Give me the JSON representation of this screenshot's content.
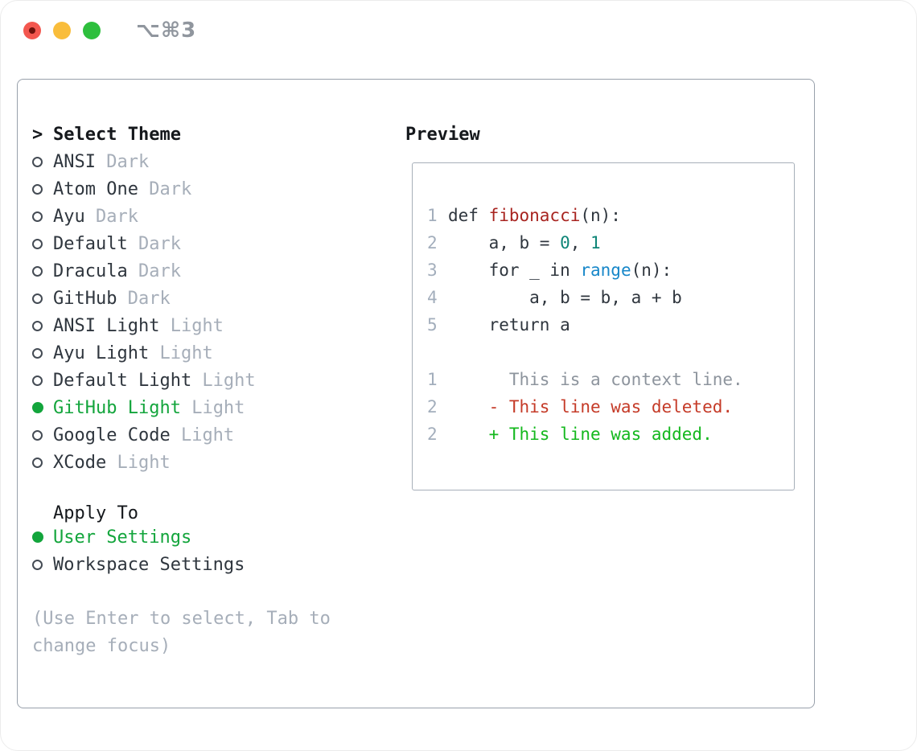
{
  "window": {
    "shortcut": "⌥⌘3"
  },
  "theme_panel": {
    "header": {
      "cursor": ">",
      "label": "Select Theme"
    },
    "themes": [
      {
        "name": "ANSI",
        "variant": "Dark",
        "selected": false
      },
      {
        "name": "Atom One",
        "variant": "Dark",
        "selected": false
      },
      {
        "name": "Ayu",
        "variant": "Dark",
        "selected": false
      },
      {
        "name": "Default",
        "variant": "Dark",
        "selected": false
      },
      {
        "name": "Dracula",
        "variant": "Dark",
        "selected": false
      },
      {
        "name": "GitHub",
        "variant": "Dark",
        "selected": false
      },
      {
        "name": "ANSI Light",
        "variant": "Light",
        "selected": false
      },
      {
        "name": "Ayu Light",
        "variant": "Light",
        "selected": false
      },
      {
        "name": "Default Light",
        "variant": "Light",
        "selected": false
      },
      {
        "name": "GitHub Light",
        "variant": "Light",
        "selected": true
      },
      {
        "name": "Google Code",
        "variant": "Light",
        "selected": false
      },
      {
        "name": "XCode",
        "variant": "Light",
        "selected": false
      }
    ],
    "apply_to": {
      "label": "Apply To",
      "options": [
        {
          "name": "User Settings",
          "selected": true
        },
        {
          "name": "Workspace Settings",
          "selected": false
        }
      ]
    },
    "help": [
      "(Use Enter to select, Tab to",
      "change focus)"
    ]
  },
  "preview": {
    "title": "Preview",
    "lines": [
      {
        "num": "1",
        "segments": [
          {
            "t": "def ",
            "c": "plain"
          },
          {
            "t": "fibonacci",
            "c": "function"
          },
          {
            "t": "(n):",
            "c": "plain"
          }
        ]
      },
      {
        "num": "2",
        "segments": [
          {
            "t": "    a, b = ",
            "c": "plain"
          },
          {
            "t": "0",
            "c": "number"
          },
          {
            "t": ", ",
            "c": "plain"
          },
          {
            "t": "1",
            "c": "number"
          }
        ]
      },
      {
        "num": "3",
        "segments": [
          {
            "t": "    for _ in ",
            "c": "plain"
          },
          {
            "t": "range",
            "c": "builtin"
          },
          {
            "t": "(n):",
            "c": "plain"
          }
        ]
      },
      {
        "num": "4",
        "segments": [
          {
            "t": "        a, b = b, a + b",
            "c": "plain"
          }
        ]
      },
      {
        "num": "5",
        "segments": [
          {
            "t": "    return a",
            "c": "plain"
          }
        ]
      },
      {
        "num": "",
        "segments": []
      },
      {
        "num": "1",
        "segments": [
          {
            "t": "      This is a context line.",
            "c": "context"
          }
        ]
      },
      {
        "num": "2",
        "segments": [
          {
            "t": "    - This line was deleted.",
            "c": "deleted"
          }
        ]
      },
      {
        "num": "2",
        "segments": [
          {
            "t": "    + This line was added.",
            "c": "added"
          }
        ]
      }
    ]
  },
  "colors": {
    "accent_green": "#13a53c",
    "muted_gray": "#a6aeb9",
    "text_primary": "#2f363e",
    "header_black": "#15181c",
    "line_number": "#a3aebc",
    "syntax_function_red": "#a82420",
    "syntax_number_teal": "#0e8577",
    "syntax_builtin_blue": "#1787c9",
    "diff_deleted_red": "#c53b28",
    "diff_added_green": "#14b81e",
    "diff_context_gray": "#8d949d",
    "panel_border": "#98a0ab",
    "preview_border": "#a7afb9",
    "traffic_red": "#f3574f",
    "traffic_red_dot": "#6e120c",
    "traffic_yellow": "#f9bd3b",
    "traffic_green": "#2ebf3d"
  }
}
